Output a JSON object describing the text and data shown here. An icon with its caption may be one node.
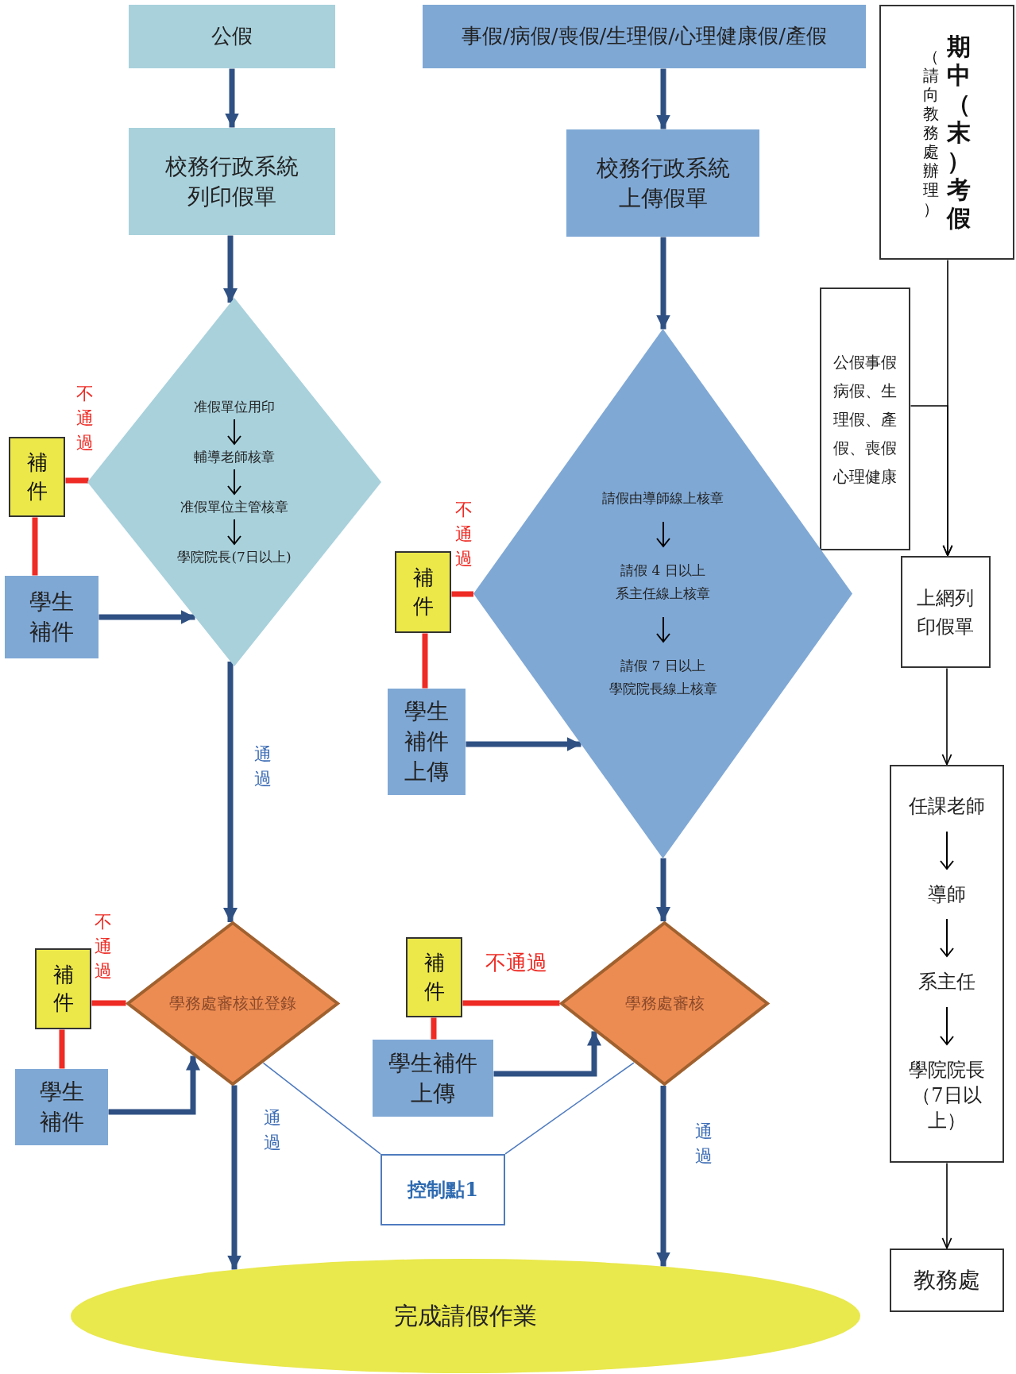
{
  "diagram": {
    "nodes": [
      {
        "text": [
          "公假"
        ]
      },
      {
        "text": [
          "事假/病假/喪假/生理假/心理健康假/產假"
        ]
      },
      {
        "text": [
          "（請向教務處辦理）",
          "期中（末）考假"
        ]
      },
      {
        "text": [
          "校務行政系統列印假單"
        ]
      },
      {
        "text": [
          "校務行政系統上傳假單"
        ]
      },
      {
        "text": [
          "公假事假病假、生理假、產假、喪假心理健康"
        ]
      },
      {
        "text": [
          "上網列印假單"
        ]
      },
      {
        "text": [
          "准假單位用印",
          "輔導老師核章",
          "准假單位主管核章",
          "學院院長(7日以上)"
        ]
      },
      {
        "text": [
          "補件"
        ]
      },
      {
        "text": [
          "學生補件"
        ]
      },
      {
        "text": [
          "請假由導師線上核章",
          "請假 4 日以上",
          "系主任線上核章",
          "請假 7 日以上",
          "學院院長線上核章"
        ]
      },
      {
        "text": [
          "補件"
        ]
      },
      {
        "text": [
          "學生補件上傳"
        ]
      },
      {
        "text": [
          "任課老師",
          "導師",
          "系主任",
          "學院院長（7日以上）"
        ]
      },
      {
        "text": [
          "學務處審核並登錄"
        ]
      },
      {
        "text": [
          "補件"
        ]
      },
      {
        "text": [
          "學生補件"
        ]
      },
      {
        "text": [
          "補件"
        ]
      },
      {
        "text": [
          "學生補件上傳"
        ]
      },
      {
        "text": [
          "學務處審核"
        ]
      },
      {
        "text": [
          "控制點1"
        ]
      },
      {
        "text": [
          "教務處"
        ]
      },
      {
        "text": [
          "完成請假作業"
        ]
      }
    ],
    "edges": [
      {
        "from": 0,
        "to": 3,
        "arrow": "to"
      },
      {
        "from": 1,
        "to": 4,
        "arrow": "to"
      },
      {
        "from": 3,
        "to": 7,
        "arrow": "to"
      },
      {
        "from": 4,
        "to": 10,
        "arrow": "to"
      },
      {
        "from": 2,
        "to": 6,
        "arrow": "to",
        "color": "#000000"
      },
      {
        "from": 5,
        "to": 6,
        "arrow": "to",
        "color": "#000000"
      },
      {
        "from": 6,
        "to": 13,
        "arrow": "to",
        "color": "#000000"
      },
      {
        "from": 13,
        "to": 21,
        "arrow": "to",
        "color": "#000000"
      },
      {
        "from": 8,
        "to": 7,
        "arrow": "none",
        "color": "#ee2b24",
        "label": "不通過"
      },
      {
        "from": 8,
        "to": 9,
        "arrow": "none",
        "color": "#ee2b24"
      },
      {
        "from": 9,
        "to": 7,
        "arrow": "to"
      },
      {
        "from": 7,
        "to": 14,
        "arrow": "to",
        "label": "通過"
      },
      {
        "from": 11,
        "to": 10,
        "arrow": "none",
        "color": "#ee2b24",
        "label": "不通過"
      },
      {
        "from": 11,
        "to": 12,
        "arrow": "none",
        "color": "#ee2b24"
      },
      {
        "from": 12,
        "to": 10,
        "arrow": "to"
      },
      {
        "from": 10,
        "to": 19,
        "arrow": "to"
      },
      {
        "from": 15,
        "to": 14,
        "arrow": "none",
        "color": "#ee2b24",
        "label": "不通過"
      },
      {
        "from": 15,
        "to": 16,
        "arrow": "none",
        "color": "#ee2b24"
      },
      {
        "from": 16,
        "to": 14,
        "arrow": "to"
      },
      {
        "from": 17,
        "to": 19,
        "arrow": "none",
        "color": "#ee2b24",
        "label": "不通過"
      },
      {
        "from": 17,
        "to": 18,
        "arrow": "none",
        "color": "#ee2b24"
      },
      {
        "from": 18,
        "to": 19,
        "arrow": "to"
      },
      {
        "from": 14,
        "to": 20,
        "arrow": "none",
        "color": "#4f7bbf"
      },
      {
        "from": 19,
        "to": 20,
        "arrow": "none",
        "color": "#4f7bbf"
      },
      {
        "from": 14,
        "to": 22,
        "arrow": "to",
        "label": "通過"
      },
      {
        "from": 19,
        "to": 22,
        "arrow": "to",
        "label": "通過"
      }
    ]
  }
}
